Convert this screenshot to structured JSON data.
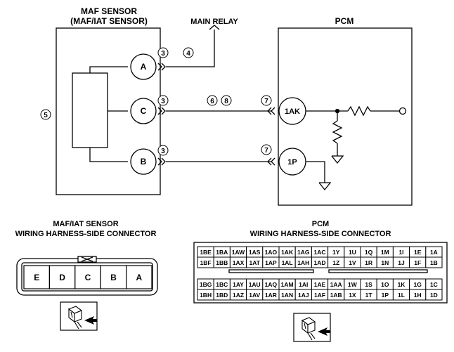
{
  "top": {
    "maf_title_1": "MAF SENSOR",
    "maf_title_2": "(MAF/IAT SENSOR)",
    "main_relay": "MAIN RELAY",
    "pcm_title": "PCM",
    "terminal_a": "A",
    "terminal_c": "C",
    "terminal_b": "B",
    "pcm_1ak": "1AK",
    "pcm_1p": "1P",
    "ref_3": "3",
    "ref_4": "4",
    "ref_5": "5",
    "ref_6": "6",
    "ref_7": "7",
    "ref_8": "8"
  },
  "maf_connector": {
    "title_1": "MAF/IAT SENSOR",
    "title_2": "WIRING HARNESS-SIDE CONNECTOR",
    "pins": [
      "E",
      "D",
      "C",
      "B",
      "A"
    ]
  },
  "pcm_connector": {
    "title_1": "PCM",
    "title_2": "WIRING HARNESS-SIDE CONNECTOR",
    "rows": [
      [
        "1BE",
        "1BA",
        "1AW",
        "1AS",
        "1AO",
        "1AK",
        "1AG",
        "1AC",
        "1Y",
        "1U",
        "1Q",
        "1M",
        "1I",
        "1E",
        "1A"
      ],
      [
        "1BF",
        "1BB",
        "1AX",
        "1AT",
        "1AP",
        "1AL",
        "1AH",
        "1AD",
        "1Z",
        "1V",
        "1R",
        "1N",
        "1J",
        "1F",
        "1B"
      ],
      [
        "1BG",
        "1BC",
        "1AY",
        "1AU",
        "1AQ",
        "1AM",
        "1AI",
        "1AE",
        "1AA",
        "1W",
        "1S",
        "1O",
        "1K",
        "1G",
        "1C"
      ],
      [
        "1BH",
        "1BD",
        "1AZ",
        "1AV",
        "1AR",
        "1AN",
        "1AJ",
        "1AF",
        "1AB",
        "1X",
        "1T",
        "1P",
        "1L",
        "1H",
        "1D"
      ]
    ]
  },
  "icons": [
    "connector-plug-icon",
    "insertion-arrow-icon"
  ]
}
